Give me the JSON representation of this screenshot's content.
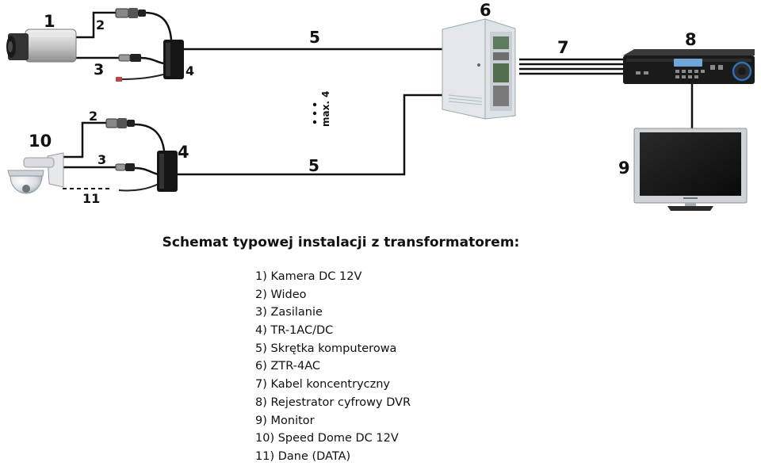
{
  "diagram": {
    "labels": {
      "camera": "1",
      "video_top": "2",
      "power_top": "3",
      "transformer_top": "4",
      "twisted_top": "5",
      "hub": "6",
      "coax": "7",
      "dvr": "8",
      "monitor": "9",
      "dome": "10",
      "video_bottom": "2",
      "power_bottom": "3",
      "transformer_bottom": "4",
      "twisted_bottom": "5",
      "data": "11"
    },
    "max_label": "max. 4"
  },
  "caption": "Schemat typowej instalacji z transformatorem:",
  "legend": [
    "1) Kamera DC 12V",
    "2) Wideo",
    "3) Zasilanie",
    "4) TR-1AC/DC",
    "5) Skrętka komputerowa",
    "6) ZTR-4AC",
    "7) Kabel koncentryczny",
    "8) Rejestrator cyfrowy DVR",
    "9) Monitor",
    "10) Speed Dome DC 12V",
    "11) Dane (DATA)"
  ]
}
